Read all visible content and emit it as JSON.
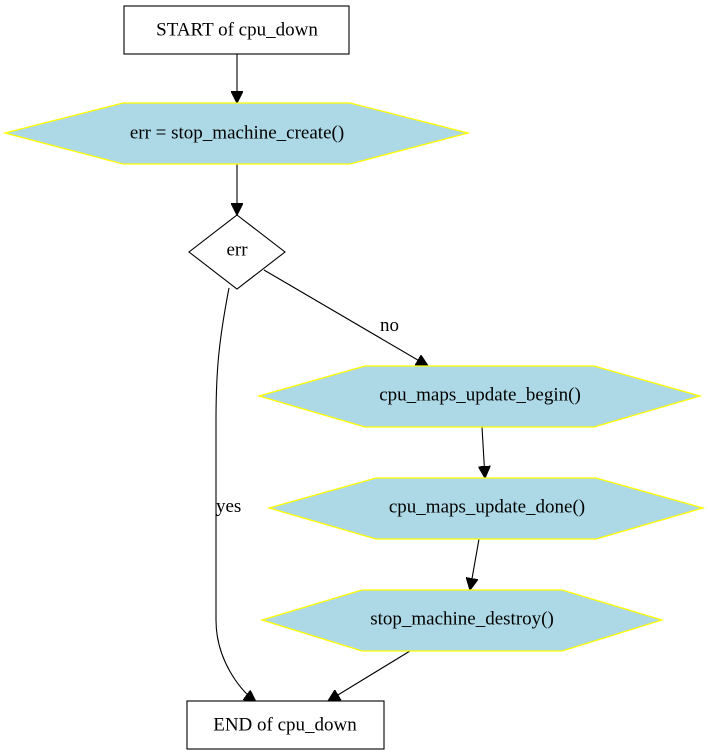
{
  "diagram": {
    "type": "flowchart",
    "colors": {
      "process_fill": "#add8e6",
      "process_border": "#ffff00",
      "line": "#000000",
      "background": "#ffffff"
    },
    "nodes": {
      "start": {
        "label": "START of cpu_down",
        "shape": "box"
      },
      "stop_machine_create": {
        "label": "err = stop_machine_create()",
        "shape": "hexagon"
      },
      "err_check": {
        "label": "err",
        "shape": "diamond"
      },
      "maps_update_begin": {
        "label": "cpu_maps_update_begin()",
        "shape": "hexagon"
      },
      "maps_update_done": {
        "label": "cpu_maps_update_done()",
        "shape": "hexagon"
      },
      "stop_machine_destroy": {
        "label": "stop_machine_destroy()",
        "shape": "hexagon"
      },
      "end": {
        "label": "END of cpu_down",
        "shape": "box"
      }
    },
    "edges": {
      "no_label": "no",
      "yes_label": "yes"
    }
  }
}
